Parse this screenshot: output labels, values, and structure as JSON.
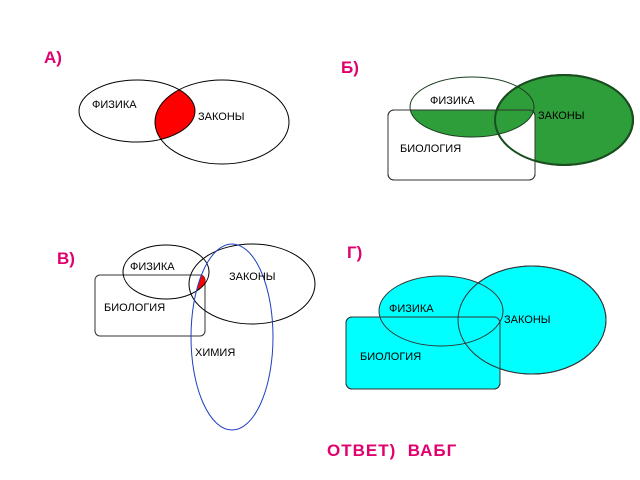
{
  "diagrams": {
    "a": {
      "label": "А)",
      "physics": "ФИЗИКА",
      "laws": "ЗАКОНЫ"
    },
    "b": {
      "label": "Б)",
      "physics": "ФИЗИКА",
      "laws": "ЗАКОНЫ",
      "biology": "БИОЛОГИЯ"
    },
    "v": {
      "label": "В)",
      "physics": "ФИЗИКА",
      "laws": "ЗАКОНЫ",
      "biology": "БИОЛОГИЯ",
      "chemistry": "ХИМИЯ"
    },
    "g": {
      "label": "Г)",
      "physics": "ФИЗИКА",
      "laws": "ЗАКОНЫ",
      "biology": "БИОЛОГИЯ"
    }
  },
  "answer": "ОТВЕТ)  ВАБГ",
  "colors": {
    "label": "#e0006e",
    "highlight_red": "#ff0000",
    "highlight_green": "#2e9e3a",
    "highlight_cyan": "#00ffff",
    "outline_blue": "#1f3fbf",
    "outline": "#000000"
  }
}
